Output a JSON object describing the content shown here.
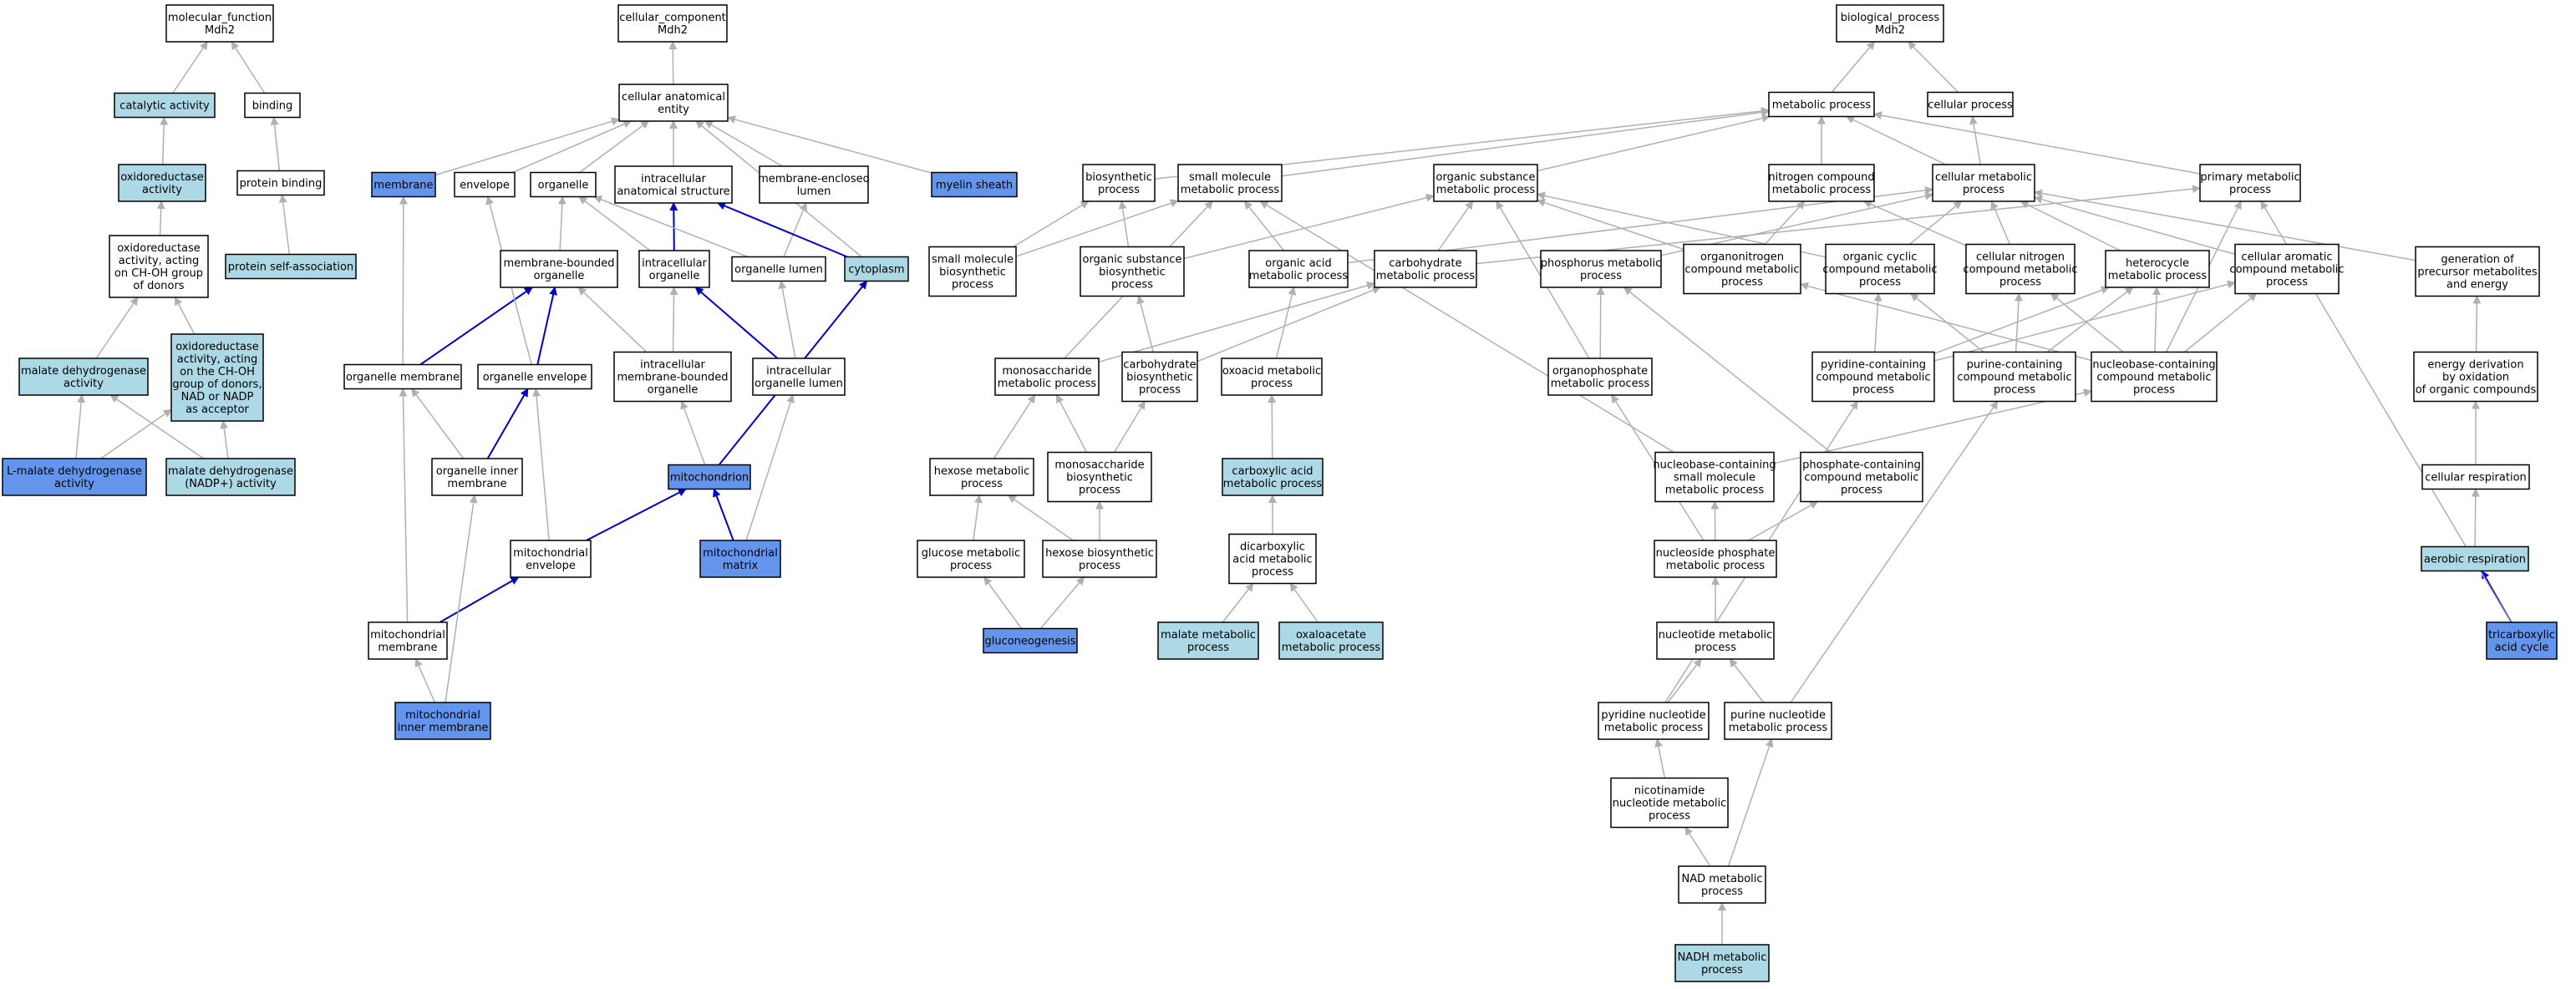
{
  "colors": {
    "plain": "#ffffff",
    "light": "#add8e6",
    "dark": "#6495ed",
    "edge_gray": "#b0b0b0",
    "edge_blue": "#0000cd"
  },
  "nodes": {
    "mf": {
      "lines": [
        "molecular_function",
        "Mdh2"
      ],
      "fill": "plain"
    },
    "catact": {
      "lines": [
        "catalytic activity"
      ],
      "fill": "light"
    },
    "binding": {
      "lines": [
        "binding"
      ],
      "fill": "plain"
    },
    "oxred": {
      "lines": [
        "oxidoreductase",
        "activity"
      ],
      "fill": "light"
    },
    "protbind": {
      "lines": [
        "protein binding"
      ],
      "fill": "plain"
    },
    "protself": {
      "lines": [
        "protein self-association"
      ],
      "fill": "light"
    },
    "oxchoh": {
      "lines": [
        "oxidoreductase",
        "activity, acting",
        "on CH-OH group",
        "of donors"
      ],
      "fill": "plain"
    },
    "oxnad": {
      "lines": [
        "oxidoreductase",
        "activity, acting",
        "on the CH-OH",
        "group of donors,",
        "NAD or NADP",
        "as acceptor"
      ],
      "fill": "light"
    },
    "maldh": {
      "lines": [
        "malate dehydrogenase",
        "activity"
      ],
      "fill": "light"
    },
    "lmal": {
      "lines": [
        "L-malate dehydrogenase",
        "activity"
      ],
      "fill": "dark"
    },
    "malnadp": {
      "lines": [
        "malate dehydrogenase",
        "(NADP+) activity"
      ],
      "fill": "light"
    },
    "cc": {
      "lines": [
        "cellular_component",
        "Mdh2"
      ],
      "fill": "plain"
    },
    "cae": {
      "lines": [
        "cellular anatomical",
        "entity"
      ],
      "fill": "plain"
    },
    "membrane": {
      "lines": [
        "membrane"
      ],
      "fill": "dark"
    },
    "envelope": {
      "lines": [
        "envelope"
      ],
      "fill": "plain"
    },
    "organelle": {
      "lines": [
        "organelle"
      ],
      "fill": "plain"
    },
    "ias": {
      "lines": [
        "intracellular",
        "anatomical structure"
      ],
      "fill": "plain"
    },
    "mel": {
      "lines": [
        "membrane-enclosed",
        "lumen"
      ],
      "fill": "plain"
    },
    "myelin": {
      "lines": [
        "myelin sheath"
      ],
      "fill": "dark"
    },
    "mbo": {
      "lines": [
        "membrane-bounded",
        "organelle"
      ],
      "fill": "plain"
    },
    "io": {
      "lines": [
        "intracellular",
        "organelle"
      ],
      "fill": "plain"
    },
    "olumen": {
      "lines": [
        "organelle lumen"
      ],
      "fill": "plain"
    },
    "cytoplasm": {
      "lines": [
        "cytoplasm"
      ],
      "fill": "light"
    },
    "omem": {
      "lines": [
        "organelle membrane"
      ],
      "fill": "plain"
    },
    "oenv": {
      "lines": [
        "organelle envelope"
      ],
      "fill": "plain"
    },
    "imbo": {
      "lines": [
        "intracellular",
        "membrane-bounded",
        "organelle"
      ],
      "fill": "plain"
    },
    "iol": {
      "lines": [
        "intracellular",
        "organelle lumen"
      ],
      "fill": "plain"
    },
    "oim": {
      "lines": [
        "organelle inner",
        "membrane"
      ],
      "fill": "plain"
    },
    "mito": {
      "lines": [
        "mitochondrion"
      ],
      "fill": "dark"
    },
    "menv": {
      "lines": [
        "mitochondrial",
        "envelope"
      ],
      "fill": "plain"
    },
    "mmatrix": {
      "lines": [
        "mitochondrial",
        "matrix"
      ],
      "fill": "dark"
    },
    "mmem": {
      "lines": [
        "mitochondrial",
        "membrane"
      ],
      "fill": "plain"
    },
    "mim": {
      "lines": [
        "mitochondrial",
        "inner membrane"
      ],
      "fill": "dark"
    },
    "bp": {
      "lines": [
        "biological_process",
        "Mdh2"
      ],
      "fill": "plain"
    },
    "metab": {
      "lines": [
        "metabolic process"
      ],
      "fill": "plain"
    },
    "cellproc": {
      "lines": [
        "cellular process"
      ],
      "fill": "plain"
    },
    "biosyn": {
      "lines": [
        "biosynthetic",
        "process"
      ],
      "fill": "plain"
    },
    "smmp": {
      "lines": [
        "small molecule",
        "metabolic process"
      ],
      "fill": "plain"
    },
    "osmp": {
      "lines": [
        "organic substance",
        "metabolic process"
      ],
      "fill": "plain"
    },
    "ncmp": {
      "lines": [
        "nitrogen compound",
        "metabolic process"
      ],
      "fill": "plain"
    },
    "cmp": {
      "lines": [
        "cellular metabolic",
        "process"
      ],
      "fill": "plain"
    },
    "pmp": {
      "lines": [
        "primary metabolic",
        "process"
      ],
      "fill": "plain"
    },
    "smbp": {
      "lines": [
        "small molecule",
        "biosynthetic",
        "process"
      ],
      "fill": "plain"
    },
    "osbp": {
      "lines": [
        "organic substance",
        "biosynthetic",
        "process"
      ],
      "fill": "plain"
    },
    "oamp": {
      "lines": [
        "organic acid",
        "metabolic process"
      ],
      "fill": "plain"
    },
    "chmp": {
      "lines": [
        "carbohydrate",
        "metabolic process"
      ],
      "fill": "plain"
    },
    "phmp": {
      "lines": [
        "phosphorus metabolic",
        "process"
      ],
      "fill": "plain"
    },
    "oncmp": {
      "lines": [
        "organonitrogen",
        "compound metabolic",
        "process"
      ],
      "fill": "plain"
    },
    "occmp": {
      "lines": [
        "organic cyclic",
        "compound metabolic",
        "process"
      ],
      "fill": "plain"
    },
    "cncmp": {
      "lines": [
        "cellular nitrogen",
        "compound metabolic",
        "process"
      ],
      "fill": "plain"
    },
    "hmp": {
      "lines": [
        "heterocycle",
        "metabolic process"
      ],
      "fill": "plain"
    },
    "cacmp": {
      "lines": [
        "cellular aromatic",
        "compound metabolic",
        "process"
      ],
      "fill": "plain"
    },
    "gpm": {
      "lines": [
        "generation of",
        "precursor metabolites",
        "and energy"
      ],
      "fill": "plain"
    },
    "msmp": {
      "lines": [
        "monosaccharide",
        "metabolic process"
      ],
      "fill": "plain"
    },
    "chbp": {
      "lines": [
        "carbohydrate",
        "biosynthetic",
        "process"
      ],
      "fill": "plain"
    },
    "oxamp": {
      "lines": [
        "oxoacid metabolic",
        "process"
      ],
      "fill": "plain"
    },
    "opmp": {
      "lines": [
        "organophosphate",
        "metabolic process"
      ],
      "fill": "plain"
    },
    "pycmp": {
      "lines": [
        "pyridine-containing",
        "compound metabolic",
        "process"
      ],
      "fill": "plain"
    },
    "pucmp": {
      "lines": [
        "purine-containing",
        "compound metabolic",
        "process"
      ],
      "fill": "plain"
    },
    "nbcmp": {
      "lines": [
        "nucleobase-containing",
        "compound metabolic",
        "process"
      ],
      "fill": "plain"
    },
    "edo": {
      "lines": [
        "energy derivation",
        "by oxidation",
        "of organic compounds"
      ],
      "fill": "plain"
    },
    "hexmp": {
      "lines": [
        "hexose metabolic",
        "process"
      ],
      "fill": "plain"
    },
    "msbp": {
      "lines": [
        "monosaccharide",
        "biosynthetic",
        "process"
      ],
      "fill": "plain"
    },
    "camp": {
      "lines": [
        "carboxylic acid",
        "metabolic process"
      ],
      "fill": "light"
    },
    "nbsmp": {
      "lines": [
        "nucleobase-containing",
        "small molecule",
        "metabolic process"
      ],
      "fill": "plain"
    },
    "pccmp": {
      "lines": [
        "phosphate-containing",
        "compound metabolic",
        "process"
      ],
      "fill": "plain"
    },
    "cresp": {
      "lines": [
        "cellular respiration"
      ],
      "fill": "plain"
    },
    "glcmp": {
      "lines": [
        "glucose metabolic",
        "process"
      ],
      "fill": "plain"
    },
    "hexbp": {
      "lines": [
        "hexose biosynthetic",
        "process"
      ],
      "fill": "plain"
    },
    "dcamp": {
      "lines": [
        "dicarboxylic",
        "acid metabolic",
        "process"
      ],
      "fill": "plain"
    },
    "npmp": {
      "lines": [
        "nucleoside phosphate",
        "metabolic process"
      ],
      "fill": "plain"
    },
    "aresp": {
      "lines": [
        "aerobic respiration"
      ],
      "fill": "light"
    },
    "gng": {
      "lines": [
        "gluconeogenesis"
      ],
      "fill": "dark"
    },
    "malmp": {
      "lines": [
        "malate metabolic",
        "process"
      ],
      "fill": "light"
    },
    "oaamp": {
      "lines": [
        "oxaloacetate",
        "metabolic process"
      ],
      "fill": "light"
    },
    "ntmp": {
      "lines": [
        "nucleotide metabolic",
        "process"
      ],
      "fill": "plain"
    },
    "tca": {
      "lines": [
        "tricarboxylic",
        "acid cycle"
      ],
      "fill": "dark"
    },
    "pynmp": {
      "lines": [
        "pyridine nucleotide",
        "metabolic process"
      ],
      "fill": "plain"
    },
    "punmp": {
      "lines": [
        "purine nucleotide",
        "metabolic process"
      ],
      "fill": "plain"
    },
    "nicmp": {
      "lines": [
        "nicotinamide",
        "nucleotide metabolic",
        "process"
      ],
      "fill": "plain"
    },
    "nadmp": {
      "lines": [
        "NAD metabolic",
        "process"
      ],
      "fill": "plain"
    },
    "nadhmp": {
      "lines": [
        "NADH metabolic",
        "process"
      ],
      "fill": "light"
    }
  },
  "edges": [
    [
      "catact",
      "mf",
      "g"
    ],
    [
      "binding",
      "mf",
      "g"
    ],
    [
      "oxred",
      "catact",
      "g"
    ],
    [
      "protbind",
      "binding",
      "g"
    ],
    [
      "protself",
      "protbind",
      "g"
    ],
    [
      "oxchoh",
      "oxred",
      "g"
    ],
    [
      "oxnad",
      "oxchoh",
      "g"
    ],
    [
      "maldh",
      "oxchoh",
      "g"
    ],
    [
      "lmal",
      "oxnad",
      "g"
    ],
    [
      "lmal",
      "maldh",
      "g"
    ],
    [
      "malnadp",
      "oxnad",
      "g"
    ],
    [
      "malnadp",
      "maldh",
      "g"
    ],
    [
      "cae",
      "cc",
      "g"
    ],
    [
      "membrane",
      "cae",
      "g"
    ],
    [
      "envelope",
      "cae",
      "g"
    ],
    [
      "organelle",
      "cae",
      "g"
    ],
    [
      "ias",
      "cae",
      "g"
    ],
    [
      "mel",
      "cae",
      "g"
    ],
    [
      "myelin",
      "cae",
      "g"
    ],
    [
      "cytoplasm",
      "cae",
      "g"
    ],
    [
      "mbo",
      "organelle",
      "g"
    ],
    [
      "io",
      "organelle",
      "g"
    ],
    [
      "io",
      "ias",
      "b"
    ],
    [
      "olumen",
      "organelle",
      "g"
    ],
    [
      "olumen",
      "mel",
      "g"
    ],
    [
      "cytoplasm",
      "ias",
      "b"
    ],
    [
      "omem",
      "membrane",
      "g"
    ],
    [
      "omem",
      "mbo",
      "b"
    ],
    [
      "oenv",
      "envelope",
      "g"
    ],
    [
      "oenv",
      "mbo",
      "b"
    ],
    [
      "imbo",
      "mbo",
      "g"
    ],
    [
      "imbo",
      "io",
      "g"
    ],
    [
      "iol",
      "olumen",
      "g"
    ],
    [
      "iol",
      "io",
      "b"
    ],
    [
      "oim",
      "omem",
      "g"
    ],
    [
      "oim",
      "oenv",
      "b"
    ],
    [
      "mito",
      "imbo",
      "g"
    ],
    [
      "mito",
      "cytoplasm",
      "b"
    ],
    [
      "menv",
      "oenv",
      "g"
    ],
    [
      "menv",
      "mito",
      "b"
    ],
    [
      "mmatrix",
      "mito",
      "b"
    ],
    [
      "mmatrix",
      "iol",
      "g"
    ],
    [
      "mmem",
      "omem",
      "g"
    ],
    [
      "mmem",
      "menv",
      "b"
    ],
    [
      "mim",
      "mmem",
      "g"
    ],
    [
      "mim",
      "oim",
      "g"
    ],
    [
      "metab",
      "bp",
      "g"
    ],
    [
      "cellproc",
      "bp",
      "g"
    ],
    [
      "biosyn",
      "metab",
      "g"
    ],
    [
      "smmp",
      "metab",
      "g"
    ],
    [
      "osmp",
      "metab",
      "g"
    ],
    [
      "ncmp",
      "metab",
      "g"
    ],
    [
      "cmp",
      "metab",
      "g"
    ],
    [
      "cmp",
      "cellproc",
      "g"
    ],
    [
      "pmp",
      "metab",
      "g"
    ],
    [
      "smbp",
      "biosyn",
      "g"
    ],
    [
      "smbp",
      "smmp",
      "g"
    ],
    [
      "osbp",
      "biosyn",
      "g"
    ],
    [
      "osbp",
      "osmp",
      "g"
    ],
    [
      "oamp",
      "smmp",
      "g"
    ],
    [
      "oamp",
      "cmp",
      "g"
    ],
    [
      "chmp",
      "osmp",
      "g"
    ],
    [
      "chmp",
      "pmp",
      "g"
    ],
    [
      "phmp",
      "cmp",
      "g"
    ],
    [
      "oncmp",
      "ncmp",
      "g"
    ],
    [
      "oncmp",
      "osmp",
      "g"
    ],
    [
      "occmp",
      "osmp",
      "g"
    ],
    [
      "occmp",
      "cmp",
      "g"
    ],
    [
      "cncmp",
      "ncmp",
      "g"
    ],
    [
      "cncmp",
      "cmp",
      "g"
    ],
    [
      "hmp",
      "cmp",
      "g"
    ],
    [
      "cacmp",
      "cmp",
      "g"
    ],
    [
      "gpm",
      "cmp",
      "g"
    ],
    [
      "msmp",
      "chmp",
      "g"
    ],
    [
      "msmp",
      "smmp",
      "g"
    ],
    [
      "chbp",
      "chmp",
      "g"
    ],
    [
      "chbp",
      "osbp",
      "g"
    ],
    [
      "oxamp",
      "oamp",
      "g"
    ],
    [
      "opmp",
      "phmp",
      "g"
    ],
    [
      "opmp",
      "osmp",
      "g"
    ],
    [
      "pycmp",
      "occmp",
      "g"
    ],
    [
      "pycmp",
      "hmp",
      "g"
    ],
    [
      "pycmp",
      "cacmp",
      "g"
    ],
    [
      "pucmp",
      "cncmp",
      "g"
    ],
    [
      "pucmp",
      "occmp",
      "g"
    ],
    [
      "pucmp",
      "hmp",
      "g"
    ],
    [
      "nbcmp",
      "cncmp",
      "g"
    ],
    [
      "nbcmp",
      "oncmp",
      "g"
    ],
    [
      "nbcmp",
      "hmp",
      "g"
    ],
    [
      "nbcmp",
      "cacmp",
      "g"
    ],
    [
      "nbcmp",
      "pmp",
      "g"
    ],
    [
      "edo",
      "gpm",
      "g"
    ],
    [
      "hexmp",
      "msmp",
      "g"
    ],
    [
      "msbp",
      "msmp",
      "g"
    ],
    [
      "msbp",
      "chbp",
      "g"
    ],
    [
      "camp",
      "oxamp",
      "g"
    ],
    [
      "nbsmp",
      "nbcmp",
      "g"
    ],
    [
      "nbsmp",
      "smmp",
      "g"
    ],
    [
      "pccmp",
      "phmp",
      "g"
    ],
    [
      "cresp",
      "edo",
      "g"
    ],
    [
      "glcmp",
      "hexmp",
      "g"
    ],
    [
      "hexbp",
      "hexmp",
      "g"
    ],
    [
      "hexbp",
      "msbp",
      "g"
    ],
    [
      "dcamp",
      "camp",
      "g"
    ],
    [
      "npmp",
      "nbsmp",
      "g"
    ],
    [
      "npmp",
      "pccmp",
      "g"
    ],
    [
      "npmp",
      "opmp",
      "g"
    ],
    [
      "aresp",
      "cresp",
      "g"
    ],
    [
      "gng",
      "glcmp",
      "g"
    ],
    [
      "gng",
      "hexbp",
      "g"
    ],
    [
      "malmp",
      "dcamp",
      "g"
    ],
    [
      "oaamp",
      "dcamp",
      "g"
    ],
    [
      "ntmp",
      "npmp",
      "g"
    ],
    [
      "tca",
      "aresp",
      "b"
    ],
    [
      "tca",
      "pmp",
      "g"
    ],
    [
      "pynmp",
      "ntmp",
      "g"
    ],
    [
      "pynmp",
      "pycmp",
      "g"
    ],
    [
      "punmp",
      "ntmp",
      "g"
    ],
    [
      "punmp",
      "pucmp",
      "g"
    ],
    [
      "nicmp",
      "pynmp",
      "g"
    ],
    [
      "nadmp",
      "nicmp",
      "g"
    ],
    [
      "nadmp",
      "punmp",
      "g"
    ],
    [
      "nadhmp",
      "nadmp",
      "g"
    ]
  ]
}
